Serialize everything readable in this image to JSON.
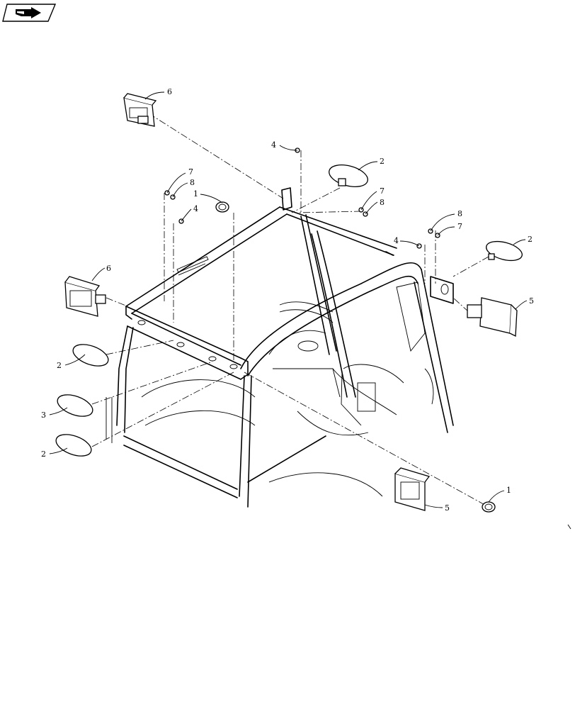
{
  "nav": {
    "icon": "page-turn-icon"
  },
  "callouts": [
    {
      "id": "c6a",
      "text": "6"
    },
    {
      "id": "c4a",
      "text": "4"
    },
    {
      "id": "c2a",
      "text": "2"
    },
    {
      "id": "c7a",
      "text": "7"
    },
    {
      "id": "c8a",
      "text": "8"
    },
    {
      "id": "c1a",
      "text": "1"
    },
    {
      "id": "c4b",
      "text": "4"
    },
    {
      "id": "c7b",
      "text": "7"
    },
    {
      "id": "c8b",
      "text": "8"
    },
    {
      "id": "c8c",
      "text": "8"
    },
    {
      "id": "c7c",
      "text": "7"
    },
    {
      "id": "c4c",
      "text": "4"
    },
    {
      "id": "c2b",
      "text": "2"
    },
    {
      "id": "c6b",
      "text": "6"
    },
    {
      "id": "c5a",
      "text": "5"
    },
    {
      "id": "c2c",
      "text": "2"
    },
    {
      "id": "c3",
      "text": "3"
    },
    {
      "id": "c2d",
      "text": "2"
    },
    {
      "id": "c1b",
      "text": "1"
    },
    {
      "id": "c5b",
      "text": "5"
    }
  ]
}
